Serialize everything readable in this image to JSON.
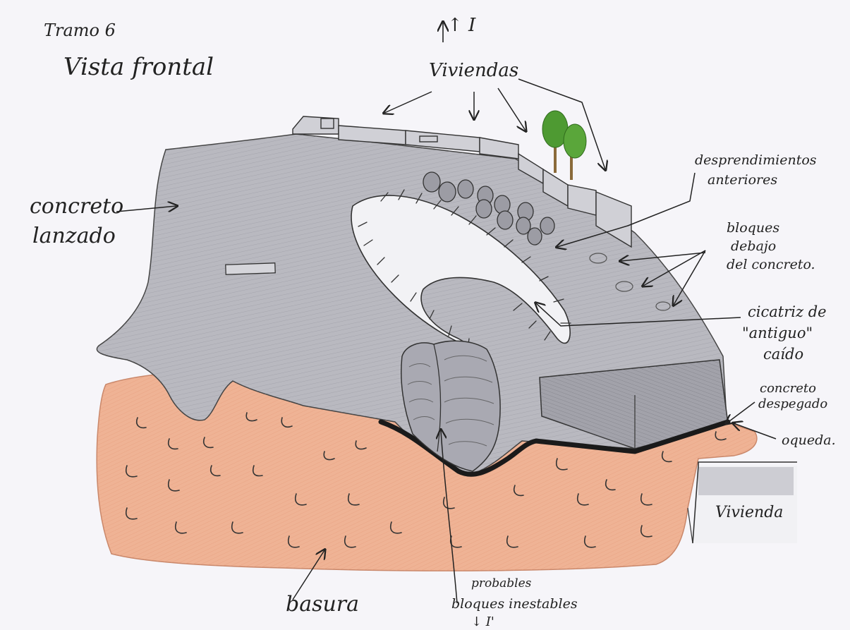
{
  "labels": {
    "title": "Tramo 6",
    "subtitle": "Vista frontal",
    "section_top": "↑ I",
    "viviendas": "Viviendas",
    "concreto_line1": "concreto",
    "concreto_line2": "lanzado",
    "desprendimientos_line1": "desprendimientos",
    "desprendimientos_line2": "anteriores",
    "bloques_line1": "bloques",
    "bloques_line2": "debajo",
    "bloques_line3": "del concreto.",
    "cicatriz_line1": "cicatriz de",
    "cicatriz_line2": "\"antiguo\"",
    "cicatriz_line3": "caído",
    "concreto_despegado_line1": "concreto",
    "concreto_despegado_line2": "despegado",
    "oqueda": "oqueda.",
    "vivienda": "Vivienda",
    "basura": "basura",
    "probables_line1": "probables",
    "probables_line2": "bloques inestables",
    "section_bottom": "↓ I'"
  },
  "colors": {
    "paper": "#f6f5f9",
    "concrete": "#b9b9c0",
    "concrete_dark": "#8e8e96",
    "basura": "#efb395",
    "house_fill": "#c8c8ce",
    "tree_green": "#4e9a32",
    "tree_trunk": "#8a6a3a",
    "ink": "#222222"
  }
}
